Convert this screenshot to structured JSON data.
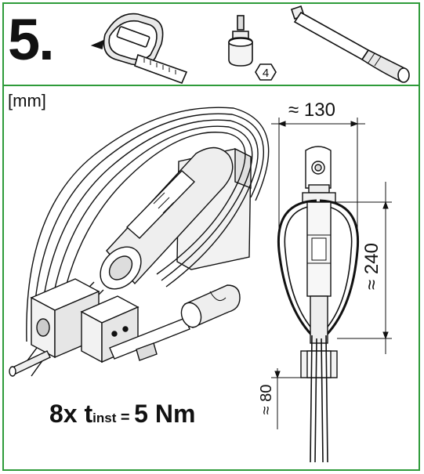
{
  "header": {
    "step_number": "5.",
    "quantity_badge": "4"
  },
  "drawing": {
    "unit_label": "[mm]",
    "dim_width": "≈ 130",
    "dim_height": "≈ 240",
    "dim_offset": "≈ 80"
  },
  "torque": {
    "prefix": "8x t",
    "subscript": "inst",
    "equals": " = ",
    "value": "5 Nm"
  },
  "colors": {
    "border": "#2e9b3a",
    "ink": "#111111",
    "shade": "#d9d9d9"
  },
  "icons": [
    "tape-measure-icon",
    "hex-socket-icon",
    "torque-wrench-icon"
  ]
}
